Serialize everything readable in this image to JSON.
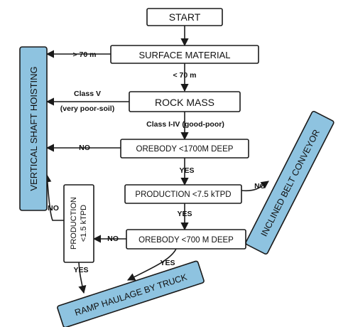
{
  "nodes": {
    "start": "START",
    "surface_material": "SURFACE MATERIAL",
    "rock_mass": "ROCK MASS",
    "orebody_1700": "OREBODY <1700M DEEP",
    "production_75": "PRODUCTION <7.5 kTPD",
    "orebody_700": "OREBODY <700 M DEEP",
    "production_15_line1": "PRODUCTION",
    "production_15_line2": "<1.5 kTPD",
    "vertical_shaft": "VERTICAL SHAFT HOISTING",
    "inclined_belt": "INCLINED BELT CONVEYOR",
    "ramp_haulage": "RAMP HAULAGE BY TRUCK"
  },
  "edges": {
    "surface_gt70": "> 70 m",
    "surface_lt70": "< 70 m",
    "class_v": "Class V",
    "class_v_desc": "(very poor-soil)",
    "class_i_iv": "Class I-IV (good-poor)",
    "orebody1700_no": "NO",
    "orebody1700_yes": "YES",
    "production75_no": "NO",
    "production75_yes": "YES",
    "orebody700_no": "NO",
    "orebody700_yes": "YES",
    "production15_no": "NO",
    "production15_yes": "YES"
  },
  "colors": {
    "terminal_fill": "#8ec3e0",
    "box_fill": "#ffffff",
    "stroke": "#1a1a1a"
  }
}
